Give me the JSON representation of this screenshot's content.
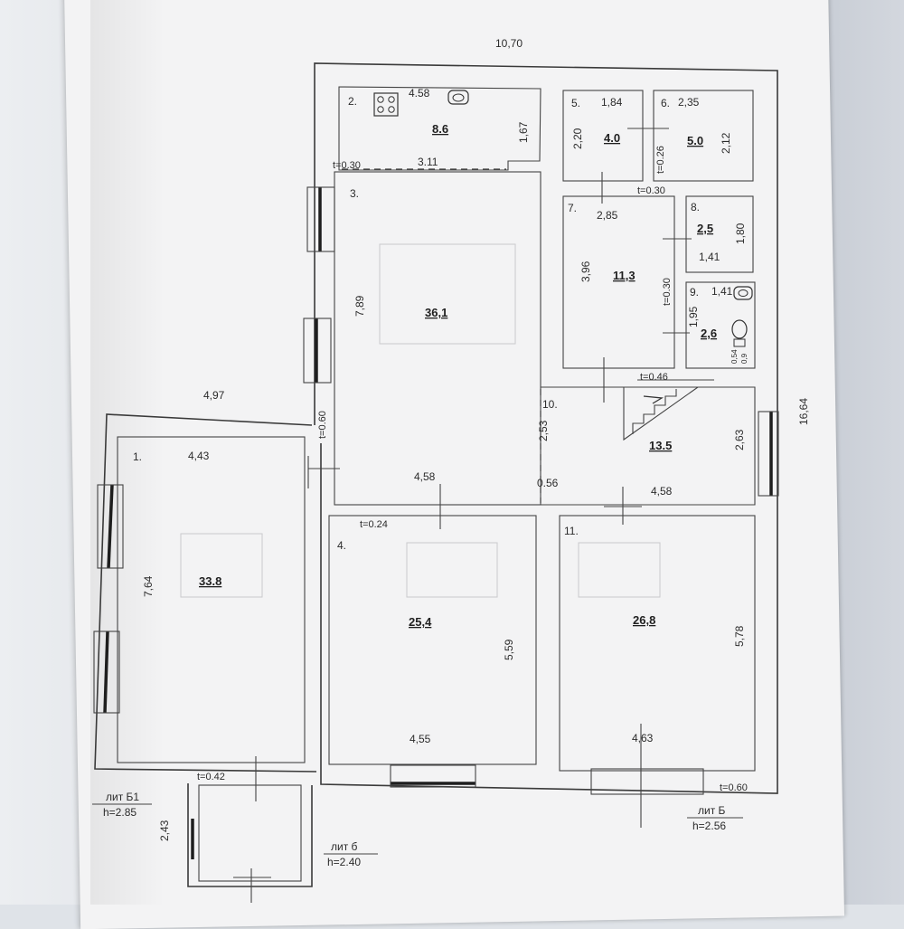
{
  "overall": {
    "width": "10,70",
    "height": "16,64",
    "left_ext": "4,97"
  },
  "rooms": {
    "r1": {
      "num": "1.",
      "area": "33.8",
      "w": "4,43",
      "h": "7,64"
    },
    "r2": {
      "num": "2.",
      "area": "8.6",
      "w": "4.58",
      "h": "1,67",
      "bottom": "3.11",
      "t": "t=0.30"
    },
    "r3": {
      "num": "3.",
      "area": "36,1",
      "h": "7,89",
      "w": "4,58",
      "t_side": "t=0.60"
    },
    "r4": {
      "num": "4.",
      "area": "25,4",
      "h": "5,59",
      "w": "4,55",
      "t": "t=0.24"
    },
    "r5": {
      "num": "5.",
      "area": "4.0",
      "w": "1,84",
      "h": "2,20"
    },
    "r6": {
      "num": "6.",
      "area": "5.0",
      "w": "2,35",
      "h": "2,12",
      "t_side": "t=0.26"
    },
    "r7": {
      "num": "7.",
      "area": "11,3",
      "w": "2,85",
      "h": "3,96",
      "t_side": "t=0.30",
      "t_top": "t=0.30"
    },
    "r8": {
      "num": "8.",
      "area": "2,5",
      "h": "1,80",
      "w": "1,41"
    },
    "r9": {
      "num": "9.",
      "area": "2,6",
      "w": "1,41",
      "h": "1,95",
      "small1": "0,54",
      "small2": "0,9"
    },
    "r10": {
      "num": "10.",
      "area": "13.5",
      "h_left": "2,53",
      "h_right": "2,63",
      "w": "4,58",
      "gap": "0.56",
      "t": "t=0.46"
    },
    "r11": {
      "num": "11.",
      "area": "26,8",
      "h": "5,78",
      "w": "4,63",
      "t_bottom": "t=0.60"
    }
  },
  "annex": {
    "t": "t=0.42",
    "h": "2,43",
    "lit_b1": "лит Б1",
    "h_b1": "h=2.85",
    "lit_b_small": "лит б",
    "h_b_small": "h=2.40"
  },
  "lit_main": {
    "label": "лит Б",
    "h": "h=2.56"
  }
}
